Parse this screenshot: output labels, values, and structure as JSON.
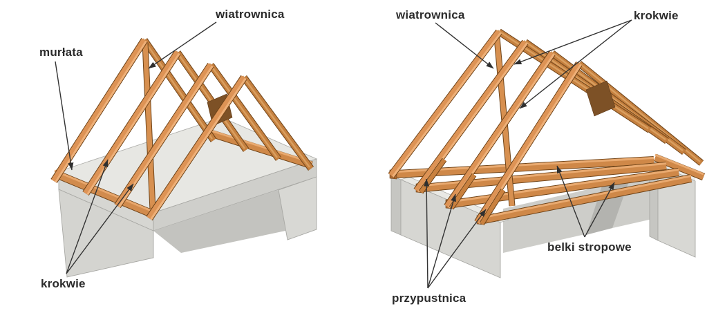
{
  "figure": {
    "background": "#ffffff",
    "colors": {
      "wood": "#d8914f",
      "wood_light": "#eeb078",
      "wood_shadow": "#c5803f",
      "wood_dark_block": "#7d5126",
      "wood_outline": "#6f4419",
      "concrete_top": "#e7e7e3",
      "concrete_front": "#d6d6d2",
      "concrete_side": "#c6c6c2",
      "concrete_shadow": "#b3b3af",
      "label_text": "#2b2b2b",
      "leader_line": "#333333"
    },
    "panels": {
      "left": {
        "labels": {
          "wiatrownica": "wiatrownica",
          "murlata": "murłata",
          "krokwie": "krokwie"
        }
      },
      "right": {
        "labels": {
          "wiatrownica": "wiatrownica",
          "krokwie": "krokwie",
          "belki_stropowe": "belki stropowe",
          "przypustnica": "przypustnica"
        }
      }
    }
  }
}
